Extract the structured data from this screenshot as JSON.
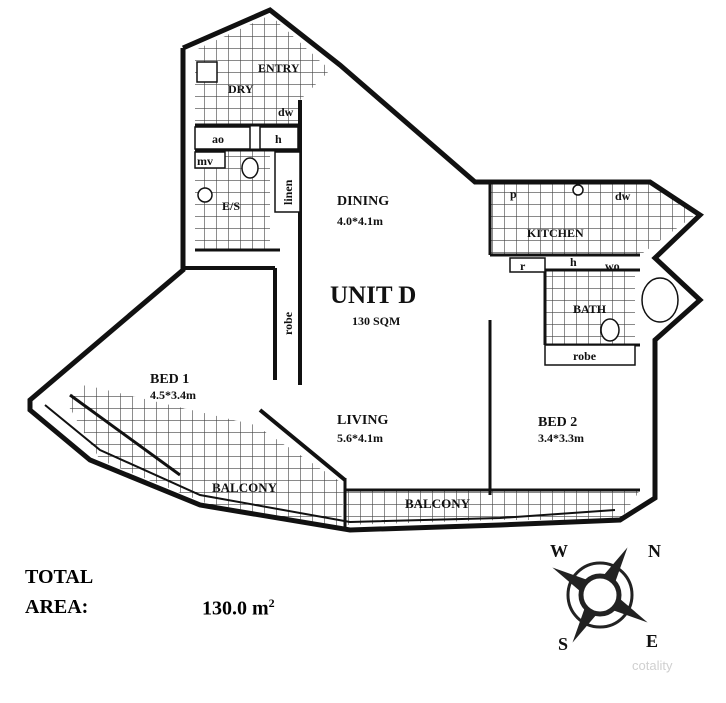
{
  "unit": {
    "title": "UNIT D",
    "area_note": "130 SQM"
  },
  "rooms": {
    "entry": "ENTRY",
    "dry": "DRY",
    "ao": "ao",
    "h": "h",
    "dw_small": "dw",
    "mv": "mv",
    "ens": "E/S",
    "linen": "linen",
    "robe_bed1": "robe",
    "dining": {
      "name": "DINING",
      "dims": "4.0*4.1m"
    },
    "living": {
      "name": "LIVING",
      "dims": "5.6*4.1m"
    },
    "bed1": {
      "name": "BED 1",
      "dims": "4.5*3.4m"
    },
    "bed2": {
      "name": "BED 2",
      "dims": "3.4*3.3m"
    },
    "kitchen": "KITCHEN",
    "pantry": "p",
    "dishwasher": "dw",
    "kitchen_r": "r",
    "kitchen_h": "h",
    "kitchen_wo": "wo",
    "bath": "BATH",
    "robe_bed2": "robe",
    "balcony_left": "BALCONY",
    "balcony_right": "BALCONY"
  },
  "total": {
    "label_line1": "TOTAL",
    "label_line2": "AREA:",
    "value": "130.0  m",
    "unit_sup": "2"
  },
  "compass": {
    "n": "N",
    "e": "E",
    "s": "S",
    "w": "W"
  },
  "watermark": "cotality"
}
